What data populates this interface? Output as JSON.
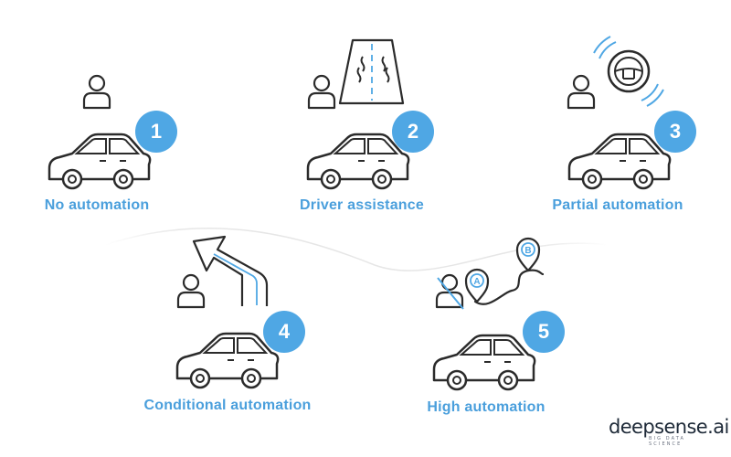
{
  "levels": [
    {
      "number": "1",
      "label": "No automation"
    },
    {
      "number": "2",
      "label": "Driver assistance"
    },
    {
      "number": "3",
      "label": "Partial automation"
    },
    {
      "number": "4",
      "label": "Conditional automation"
    },
    {
      "number": "5",
      "label": "High automation"
    }
  ],
  "map_pins": {
    "a": "A",
    "b": "B"
  },
  "brand": {
    "name": "deepsense.ai",
    "tagline": "BIG DATA SCIENCE"
  },
  "colors": {
    "accent": "#4fa7e4",
    "label": "#4a9fdc",
    "outline": "#2b2b2b"
  },
  "icons": [
    "person-icon",
    "car-icon",
    "road-icon",
    "steering-wheel-icon",
    "turn-arrow-icon",
    "route-pin-icon",
    "person-crossed-icon"
  ]
}
